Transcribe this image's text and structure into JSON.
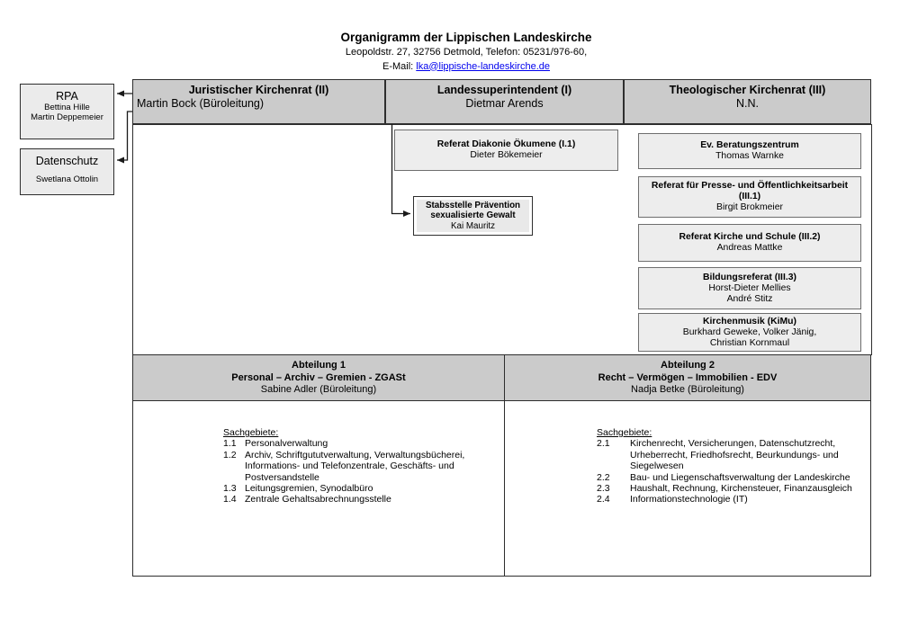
{
  "header": {
    "title": "Organigramm der Lippischen Landeskirche",
    "address": "Leopoldstr. 27, 32756 Detmold, Telefon: 05231/976-60,",
    "email_label": "E-Mail: ",
    "email": "lka@lippische-landeskirche.de"
  },
  "side_boxes": [
    {
      "title": "RPA",
      "names": [
        "Bettina Hille",
        "Martin Deppemeier"
      ]
    },
    {
      "title": "Datenschutz",
      "names": [
        "Swetlana Ottolin"
      ]
    }
  ],
  "top_row": [
    {
      "title": "Juristischer Kirchenrat (II)",
      "person": "Martin Bock (Büroleitung)"
    },
    {
      "title": "Landessuperintendent (I)",
      "person": "Dietmar Arends"
    },
    {
      "title": "Theologischer Kirchenrat (III)",
      "person": "N.N."
    }
  ],
  "middle_boxes": {
    "diakonie": {
      "title": "Referat Diakonie Ökumene (I.1)",
      "person": "Dieter Bökemeier"
    },
    "stabsstelle": {
      "title_line1": "Stabsstelle Prävention",
      "title_line2": "sexualisierte Gewalt",
      "person": "Kai Mauritz"
    }
  },
  "right_column": [
    {
      "title": "Ev. Beratungszentrum",
      "person1": "Thomas Warnke",
      "person2": ""
    },
    {
      "title": "Referat für Presse- und Öffentlichkeitsarbeit (III.1)",
      "person1": "Birgit Brokmeier",
      "person2": ""
    },
    {
      "title": "Referat Kirche und Schule (III.2)",
      "person1": "Andreas Mattke",
      "person2": ""
    },
    {
      "title": "Bildungsreferat (III.3)",
      "person1": "Horst-Dieter Mellies",
      "person2": "André Stitz"
    },
    {
      "title": "Kirchenmusik (KiMu)",
      "person1": "Burkhard Geweke, Volker Jänig,",
      "person2": "Christian Kornmaul"
    }
  ],
  "departments": [
    {
      "title": "Abteilung 1",
      "subtitle": "Personal – Archiv – Gremien - ZGASt",
      "lead": "Sabine Adler (Büroleitung)",
      "list_title": "Sachgebiete:",
      "items": [
        {
          "num": "1.1",
          "text": "Personalverwaltung"
        },
        {
          "num": "1.2",
          "text": "Archiv, Schriftgututverwaltung, Verwaltungsbücherei, Informations- und Telefonzentrale, Geschäfts- und Postversandstelle"
        },
        {
          "num": "1.3",
          "text": "Leitungsgremien, Synodalbüro"
        },
        {
          "num": "1.4",
          "text": "Zentrale Gehaltsabrechnungsstelle"
        }
      ]
    },
    {
      "title": "Abteilung 2",
      "subtitle": "Recht – Vermögen – Immobilien - EDV",
      "lead": "Nadja Betke (Büroleitung)",
      "list_title": "Sachgebiete:",
      "items": [
        {
          "num": "2.1",
          "text": "Kirchenrecht, Versicherungen, Datenschutzrecht, Urheberrecht, Friedhofsrecht, Beurkundungs- und Siegelwesen"
        },
        {
          "num": "2.2",
          "text": "Bau- und Liegenschaftsverwaltung der Landeskirche"
        },
        {
          "num": "2.3",
          "text": "Haushalt, Rechnung, Kirchensteuer, Finanzausgleich"
        },
        {
          "num": "2.4",
          "text": "Informationstechnologie (IT)"
        }
      ]
    }
  ],
  "colors": {
    "header_gray": "#cbcbcb",
    "box_gray": "#ededed",
    "side_gray": "#ebebeb",
    "line": "#2e2e2e",
    "link_blue": "#0000ee"
  }
}
